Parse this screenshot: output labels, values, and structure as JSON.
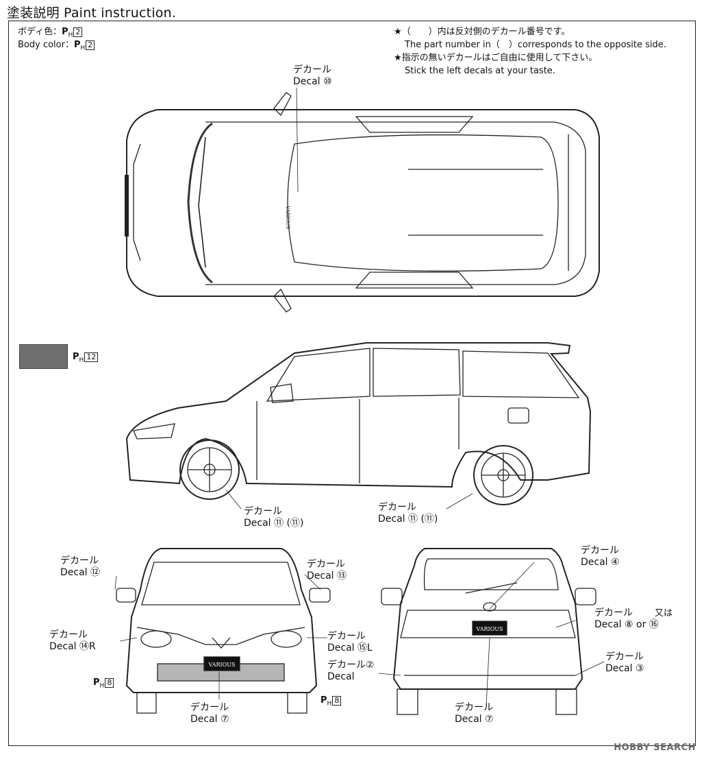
{
  "title": "塗装説明 Paint instruction.",
  "body_color": {
    "jp_label": "ボディ色：",
    "en_label": "Body color：",
    "paint_code": "P",
    "paint_sub": "H",
    "paint_number": "2"
  },
  "notes": {
    "line1": "★（　　）内は反対側のデカール番号です。",
    "line2": "The part number in（　）corresponds to the opposite side.",
    "line3": "★指示の無いデカールはご自由に使用して下さい。",
    "line4": "Stick the left decals at your taste."
  },
  "swatch": {
    "color": "#6f6f6f",
    "paint_code": "P",
    "paint_sub": "H",
    "paint_number": "12"
  },
  "decal_jp": "デカール",
  "decal_en": "Decal",
  "callouts": {
    "top_roof": {
      "num": "⑩"
    },
    "side_front_wheel": {
      "num": "⑪ (⑪)"
    },
    "side_rear_wheel": {
      "num": "⑪ (⑪)"
    },
    "front_mirror_left": {
      "num": "⑫"
    },
    "front_mirror_right": {
      "num": "⑬"
    },
    "front_headlight_left": {
      "num": "⑭R"
    },
    "front_headlight_right": {
      "num": "⑮L"
    },
    "front_plate": {
      "num": "⑦"
    },
    "front_bumper_left_paint": {
      "paint_code": "P",
      "paint_sub": "H",
      "paint_number": "8"
    },
    "front_bumper_right_paint": {
      "paint_code": "P",
      "paint_sub": "H",
      "paint_number": "8"
    },
    "center_lower": {
      "num": "②"
    },
    "rear_emblem": {
      "num": "④"
    },
    "rear_badge": {
      "num": "⑧",
      "or_jp": "又は",
      "or_en": "or",
      "alt": "⑯"
    },
    "rear_reflector": {
      "num": "③"
    },
    "rear_plate": {
      "num": "⑦"
    }
  },
  "plate_text": "VARIOUS",
  "roof_text": "VARIOUS",
  "watermark": "HOBBY SEARCH"
}
